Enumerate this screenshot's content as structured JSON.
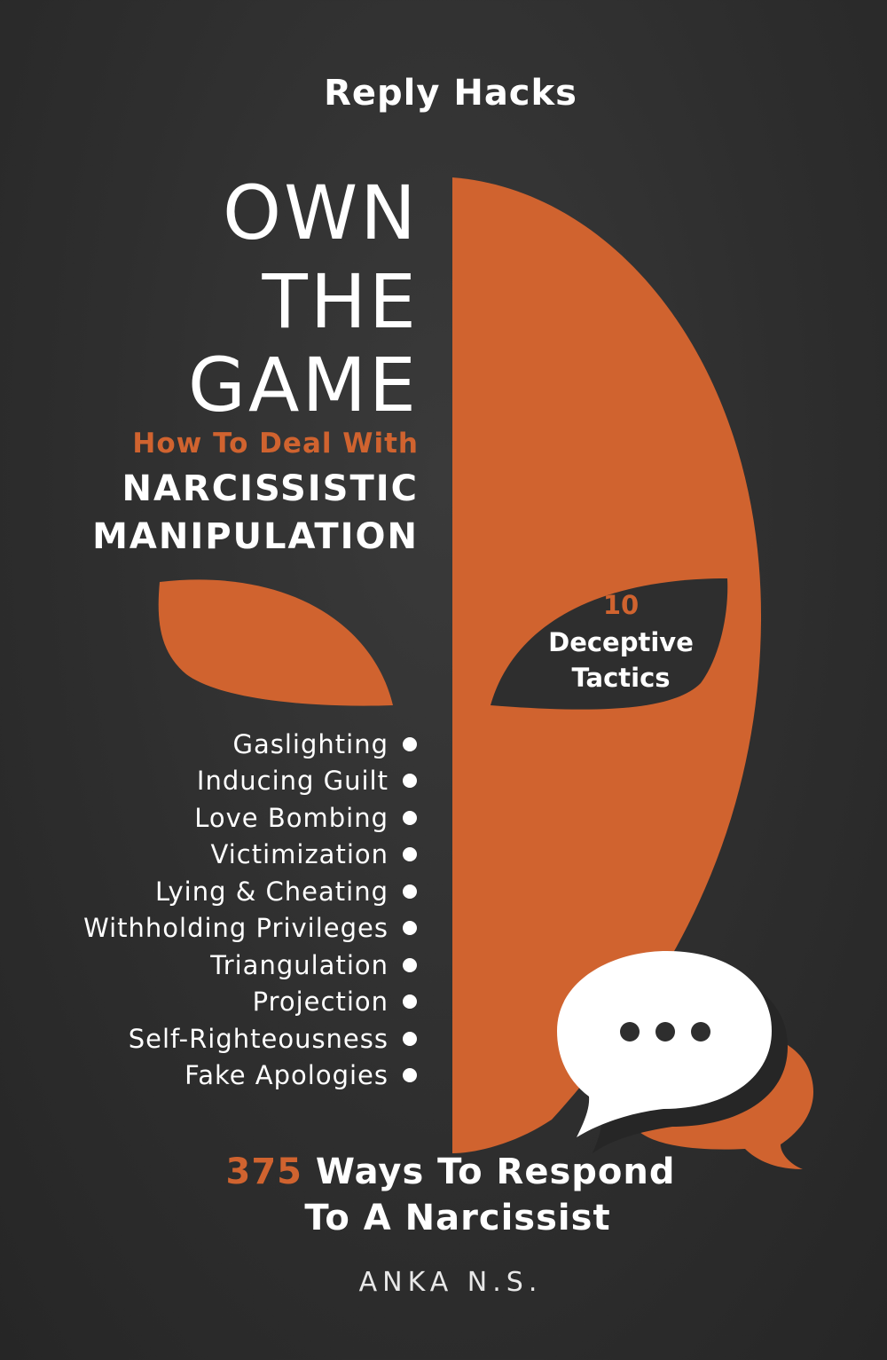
{
  "series_title": "Reply Hacks",
  "title_lines": [
    "OWN",
    "THE",
    "GAME"
  ],
  "subtitle_orange": "How To Deal With",
  "subtitle_lines": [
    "NARCISSISTIC",
    "MANIPULATION"
  ],
  "tactics": {
    "count": "10",
    "label_lines": [
      "Deceptive",
      "Tactics"
    ]
  },
  "tactic_list": [
    "Gaslighting",
    "Inducing Guilt",
    "Love Bombing",
    "Victimization",
    "Lying & Cheating",
    "Withholding Privileges",
    "Triangulation",
    "Projection",
    "Self-Righteousness",
    "Fake Apologies"
  ],
  "tagline": {
    "number": "375",
    "line1_rest": " Ways To Respond",
    "line2": "To A Narcissist"
  },
  "author": "ANKA N.S.",
  "colors": {
    "background": "#2e2e2e",
    "accent": "#d0632f",
    "text": "#ffffff"
  },
  "icons": [
    "mask-half-face",
    "speech-bubble-ellipsis-icon"
  ]
}
